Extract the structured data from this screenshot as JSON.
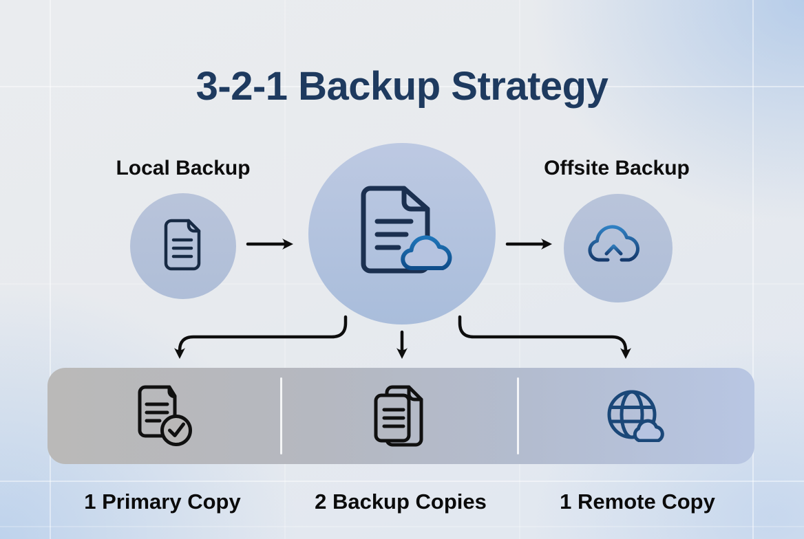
{
  "title": "3-2-1 Backup Strategy",
  "nodes": {
    "local": {
      "label": "Local Backup",
      "icon": "document-icon"
    },
    "central": {
      "icon": "document-cloud-icon"
    },
    "offsite": {
      "label": "Offsite Backup",
      "icon": "cloud-upload-icon"
    }
  },
  "copies": {
    "items": [
      {
        "label": "1 Primary Copy",
        "icon": "document-check-icon"
      },
      {
        "label": "2 Backup Copies",
        "icon": "documents-stack-icon"
      },
      {
        "label": "1 Remote Copy",
        "icon": "globe-cloud-icon"
      }
    ]
  },
  "colors": {
    "title_navy": "#1e3a5f",
    "icon_navy": "#1b3050",
    "accent_blue": "#1566a8",
    "accent_blue_dark": "#163a6c",
    "circle_fill": "#b3c1db",
    "bar_gray": "#b9b8b7",
    "bar_blue": "#b8c6e3",
    "arrow_black": "#0d0d0d",
    "label_black": "#0b0b0b"
  }
}
